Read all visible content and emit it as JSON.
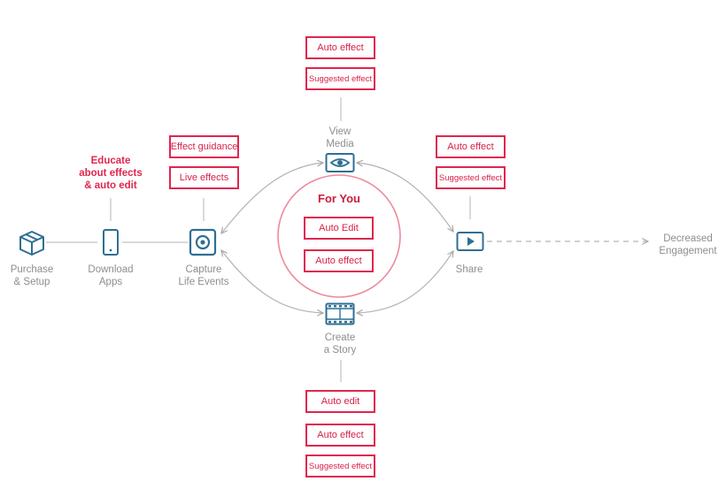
{
  "colors": {
    "accent": "#e0264f",
    "icon": "#2e6f94",
    "line": "#c2c2c2",
    "text": "#8e8e8e"
  },
  "nodes": {
    "purchase": {
      "label": "Purchase\n& Setup",
      "icon": "box-icon"
    },
    "download": {
      "label": "Download\nApps",
      "icon": "phone-icon"
    },
    "capture": {
      "label": "Capture\nLife Events",
      "icon": "camera-icon"
    },
    "view": {
      "label": "View\nMedia",
      "icon": "eye-icon"
    },
    "share": {
      "label": "Share",
      "icon": "play-icon"
    },
    "story": {
      "label": "Create\na Story",
      "icon": "film-icon"
    },
    "decreased": {
      "label": "Decreased\nEngagement"
    }
  },
  "educate": "Educate\nabout effects\n& auto edit",
  "for_you": {
    "title": "For You",
    "items": [
      "Auto Edit",
      "Auto effect"
    ]
  },
  "tags": {
    "view_top": [
      "Auto effect",
      "Suggested effect"
    ],
    "capture": [
      "Effect guidance",
      "Live effects"
    ],
    "share": [
      "Auto effect",
      "Suggested effect"
    ],
    "story_bottom": [
      "Auto edit",
      "Auto effect",
      "Suggested effect"
    ]
  }
}
